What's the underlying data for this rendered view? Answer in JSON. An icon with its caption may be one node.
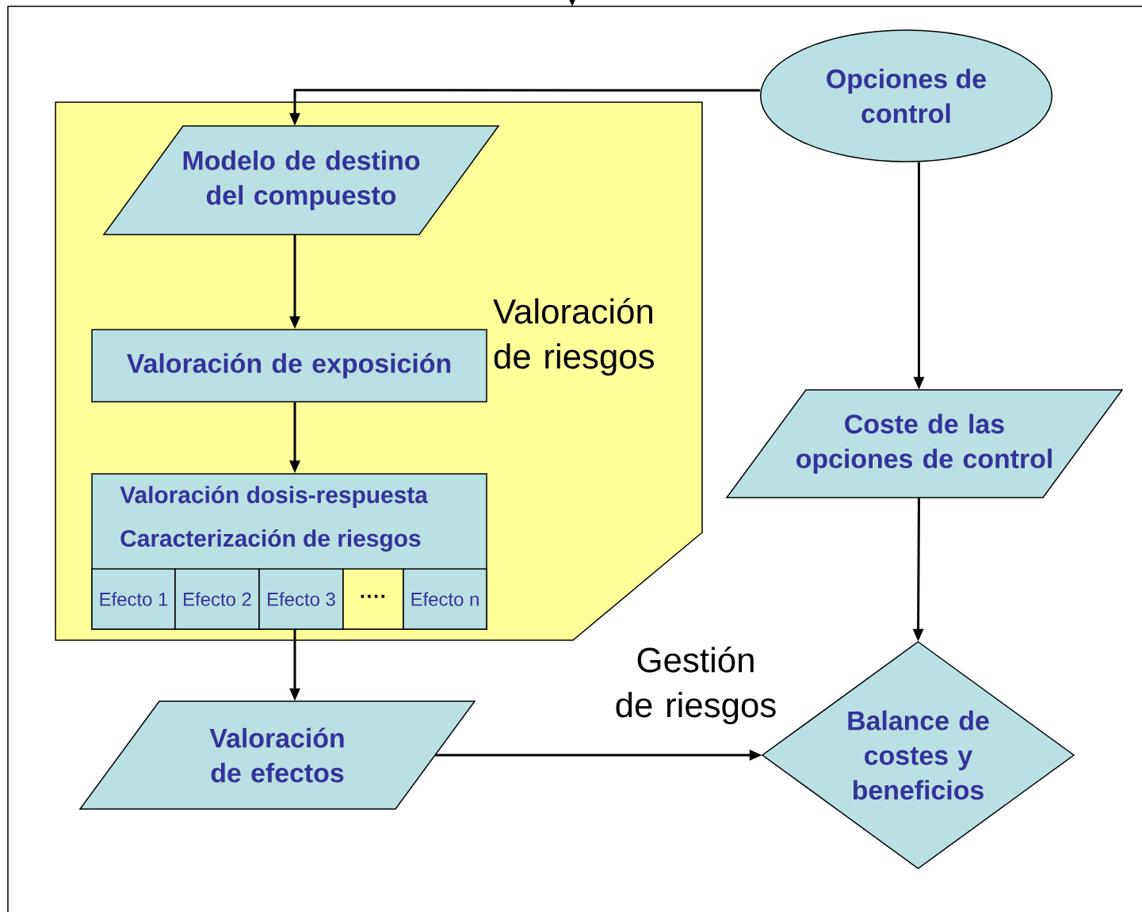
{
  "diagram": {
    "nodes": [
      {
        "text": [
          "Gestión de riesgos"
        ]
      },
      {
        "text": [
          "Valoración de riesgos"
        ],
        "in": 0
      },
      {
        "text": [
          "Modelo de destino del compuesto"
        ],
        "in": 1
      },
      {
        "text": [
          "Valoración de exposición"
        ],
        "in": 1
      },
      {
        "text": [
          "Valoración dosis-respuesta",
          "Caracterización de riesgos"
        ],
        "in": 1
      },
      {
        "text": [
          "Efecto 1"
        ],
        "in": 4
      },
      {
        "text": [
          "Efecto 2"
        ],
        "in": 4
      },
      {
        "text": [
          "Efecto 3"
        ],
        "in": 4
      },
      {
        "text": [
          "····"
        ],
        "in": 4
      },
      {
        "text": [
          "Efecto n"
        ],
        "in": 4
      },
      {
        "text": [
          "Valoración de efectos"
        ],
        "in": 0
      },
      {
        "text": [
          "Opciones de control"
        ],
        "in": 0
      },
      {
        "text": [
          "Coste de las opciones de control"
        ],
        "in": 0
      },
      {
        "text": [
          "Balance de costes y beneficios"
        ],
        "in": 0
      }
    ],
    "edges": [
      {
        "from": 11,
        "to": 2,
        "arrow": "to"
      },
      {
        "from": 2,
        "to": 3,
        "arrow": "to"
      },
      {
        "from": 3,
        "to": 4,
        "arrow": "to"
      },
      {
        "from": 4,
        "to": 10,
        "arrow": "to"
      },
      {
        "from": 11,
        "to": 12,
        "arrow": "to"
      },
      {
        "from": 12,
        "to": 13,
        "arrow": "to"
      },
      {
        "from": 10,
        "to": 13,
        "arrow": "to"
      },
      {
        "from": null,
        "to": 0,
        "arrow": "to"
      }
    ]
  }
}
